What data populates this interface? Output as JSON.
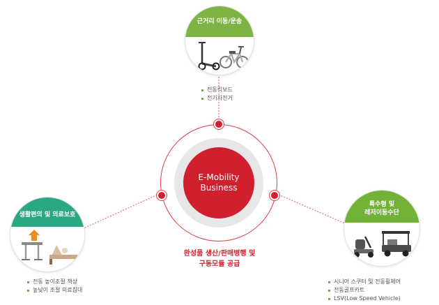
{
  "center": {
    "line1": "E-Mobility",
    "line2": "Business"
  },
  "supply": {
    "line1": "완성품 생산/판매병행 및",
    "line2": "구동모듈 공급"
  },
  "categories": {
    "top": {
      "title": "근거리 이동/운송",
      "items": [
        "전동킥보드",
        "전기자전거"
      ],
      "color": "#7cb342"
    },
    "left": {
      "title": "생활편의 및 의료보호",
      "items": [
        "전동 높이조절 책상",
        "높낮이 조절 의료침대"
      ],
      "color": "#2aa884"
    },
    "right": {
      "title_line1": "특수형 및",
      "title_line2": "레저이동수단",
      "items": [
        "시니어 스쿠터 및 전동휠체어",
        "전동골프카트",
        "LSV(Low Speed Vehicle)"
      ],
      "color": "#72b236"
    }
  },
  "accent": "#d0202e"
}
